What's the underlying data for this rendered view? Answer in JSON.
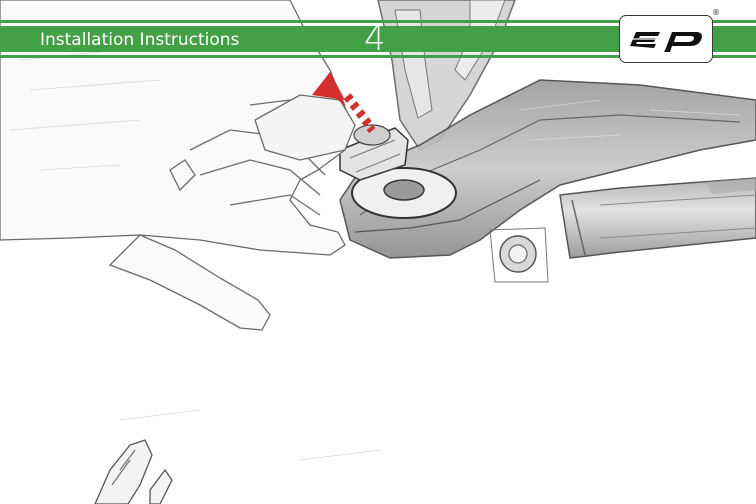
{
  "header": {
    "title": "Installation Instructions",
    "step_number": "4",
    "band_color": "#43a047",
    "line_color": "#43a047"
  },
  "logo": {
    "registered_mark": "®",
    "brand_lettering": "ep"
  },
  "illustration": {
    "arrow_color": "#d32f2f"
  }
}
